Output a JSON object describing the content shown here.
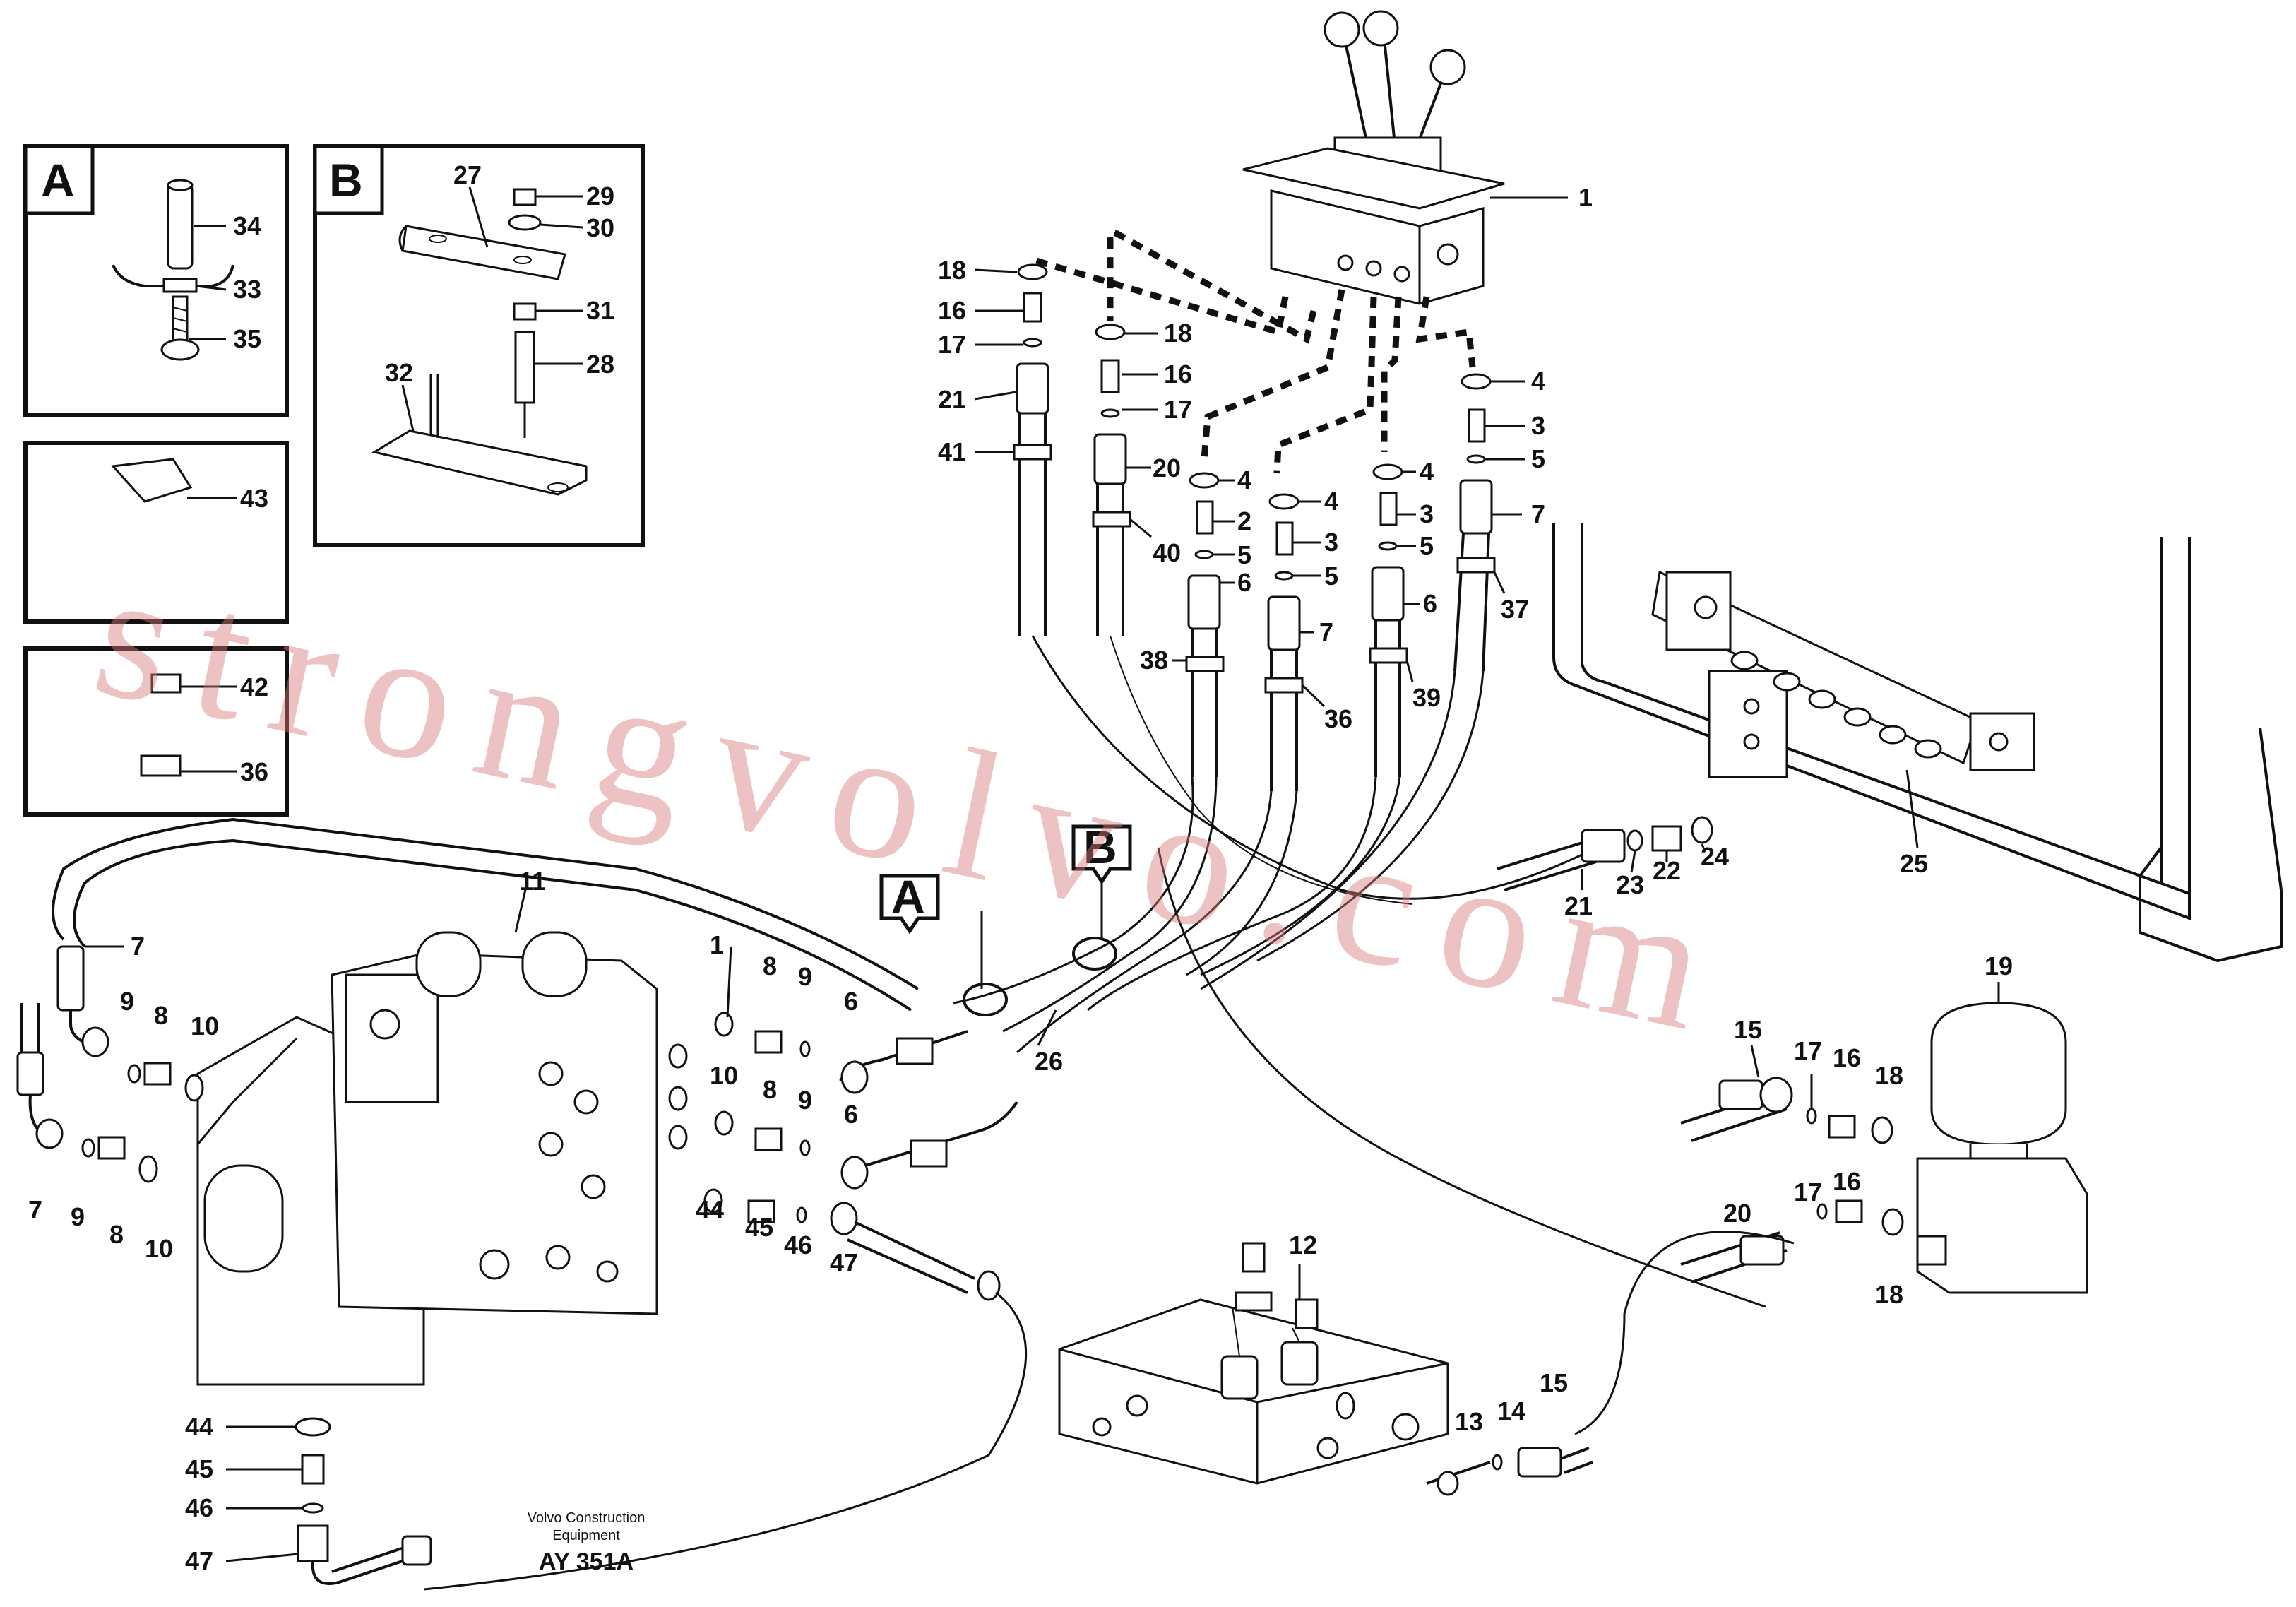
{
  "insets": [
    {
      "letter": "A",
      "labels": [
        "34",
        "33",
        "35"
      ]
    },
    {
      "letter": "B",
      "labels": [
        "27",
        "29",
        "30",
        "31",
        "28",
        "32"
      ]
    },
    {
      "labels": [
        "43"
      ]
    },
    {
      "labels": [
        "42",
        "36"
      ]
    }
  ],
  "callouts": {
    "a": "A",
    "b": "B"
  },
  "labels": {
    "l1": "1",
    "l18a": "18",
    "l16a": "16",
    "l17a": "17",
    "l21a": "21",
    "l41": "41",
    "l18b": "18",
    "l16b": "16",
    "l17b": "17",
    "l20a": "20",
    "l40": "40",
    "l4a": "4",
    "l2": "2",
    "l5a": "5",
    "l6a": "6",
    "l38": "38",
    "l4b": "4",
    "l3a": "3",
    "l5b": "5",
    "l7a": "7",
    "l36a": "36",
    "l4c": "4",
    "l3b": "3",
    "l5c": "5",
    "l6b": "6",
    "l39": "39",
    "l4d": "4",
    "l3c": "3",
    "l5d": "5",
    "l7b": "7",
    "l37": "37",
    "l21b": "21",
    "l23": "23",
    "l22": "22",
    "l24": "24",
    "l25": "25",
    "l11": "11",
    "l7c": "7",
    "l9a": "9",
    "l8a": "8",
    "l10a": "10",
    "l7d": "7",
    "l9b": "9",
    "l8b": "8",
    "l10b": "10",
    "l1b": "1",
    "l8c": "8",
    "l9c": "9",
    "l6c": "6",
    "l10c": "10",
    "l8d": "8",
    "l9d": "9",
    "l6d": "6",
    "l44a": "44",
    "l45a": "45",
    "l46a": "46",
    "l47a": "47",
    "l26": "26",
    "l19": "19",
    "l15a": "15",
    "l17c": "17",
    "l16c": "16",
    "l18c": "18",
    "l20b": "20",
    "l17d": "17",
    "l16d": "16",
    "l18d": "18",
    "l12": "12",
    "l13": "13",
    "l14": "14",
    "l15b": "15",
    "l44b": "44",
    "l45b": "45",
    "l46b": "46",
    "l47b": "47"
  },
  "credit": {
    "line1": "Volvo Construction",
    "line2": "Equipment",
    "code": "AY 351A"
  },
  "watermark": "strongvolvo.com"
}
